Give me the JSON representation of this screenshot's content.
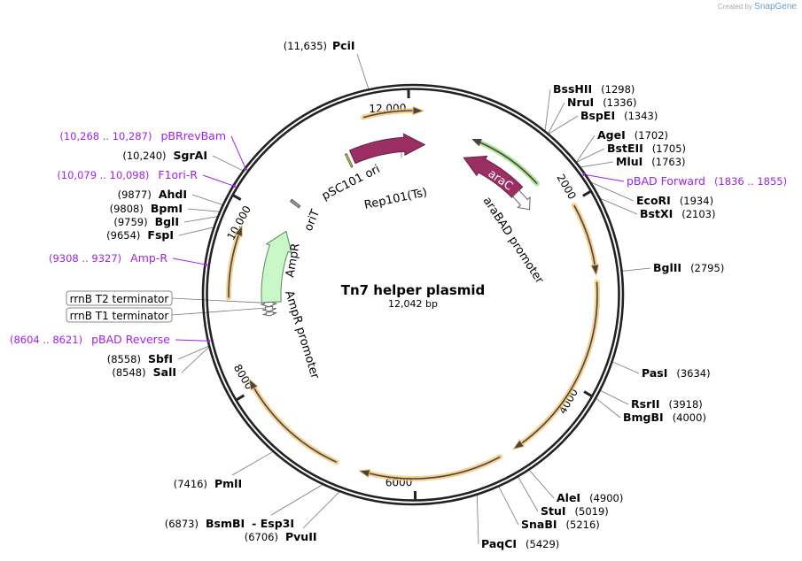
{
  "credit": {
    "prefix": "Created by",
    "brand": "SnapGene"
  },
  "plasmid": {
    "name": "Tn7 helper plasmid",
    "size_label": "12,042 bp",
    "length_bp": 12042
  },
  "colors": {
    "ring": "#222222",
    "primer": "#a020f0",
    "orf": "#f5c06a",
    "feature_cds": "#9b2f63",
    "ampr": "#c9f7c7",
    "ori": "#ffff00",
    "oriT": "#a0a4a8",
    "green_orf": "#9be07a"
  },
  "ticks": [
    {
      "bp": 2000,
      "label": "2000"
    },
    {
      "bp": 4000,
      "label": "4000"
    },
    {
      "bp": 6000,
      "label": "6000"
    },
    {
      "bp": 8000,
      "label": "8000"
    },
    {
      "bp": 10000,
      "label": "10,000"
    },
    {
      "bp": 12000,
      "label": "12,000"
    }
  ],
  "enzymes": [
    {
      "name": "PciI",
      "pos": "11,635"
    },
    {
      "name": "BssHII",
      "pos": "1298"
    },
    {
      "name": "NruI",
      "pos": "1336"
    },
    {
      "name": "BspEI",
      "pos": "1343"
    },
    {
      "name": "AgeI",
      "pos": "1702"
    },
    {
      "name": "BstEII",
      "pos": "1705"
    },
    {
      "name": "MluI",
      "pos": "1763"
    },
    {
      "name": "EcoRI",
      "pos": "1934"
    },
    {
      "name": "BstXI",
      "pos": "2103"
    },
    {
      "name": "BglII",
      "pos": "2795"
    },
    {
      "name": "PasI",
      "pos": "3634"
    },
    {
      "name": "RsrII",
      "pos": "3918"
    },
    {
      "name": "BmgBI",
      "pos": "4000"
    },
    {
      "name": "AleI",
      "pos": "4900"
    },
    {
      "name": "StuI",
      "pos": "5019"
    },
    {
      "name": "SnaBI",
      "pos": "5216"
    },
    {
      "name": "PaqCI",
      "pos": "5429"
    },
    {
      "name": "PvuII",
      "pos": "6706"
    },
    {
      "name": "BsmBI",
      "pos": "6873",
      "alt": "Esp3I"
    },
    {
      "name": "PmlI",
      "pos": "7416"
    },
    {
      "name": "SalI",
      "pos": "8548"
    },
    {
      "name": "SbfI",
      "pos": "8558"
    },
    {
      "name": "FspI",
      "pos": "9654"
    },
    {
      "name": "BglI",
      "pos": "9759"
    },
    {
      "name": "BpmI",
      "pos": "9808"
    },
    {
      "name": "AhdI",
      "pos": "9877"
    },
    {
      "name": "SgrAI",
      "pos": "10,240"
    }
  ],
  "primers": [
    {
      "name": "pBAD Forward",
      "range": "1836 .. 1855"
    },
    {
      "name": "pBAD Reverse",
      "range": "8604 .. 8621"
    },
    {
      "name": "Amp-R",
      "range": "9308 .. 9327"
    },
    {
      "name": "F1ori-R",
      "range": "10,079 .. 10,098"
    },
    {
      "name": "pBRrevBam",
      "range": "10,268 .. 10,287"
    }
  ],
  "boxed_features": [
    {
      "name": "rrnB T2 terminator",
      "bp": 8920
    },
    {
      "name": "rrnB T1 terminator",
      "bp": 8850
    }
  ],
  "features": {
    "pSC101_ori": "pSC101 ori",
    "rep101": "Rep101(Ts)",
    "araC": "araC",
    "araBAD": "araBAD promoter",
    "oriT": "oriT",
    "ampR": "AmpR",
    "ampR_promoter": "AmpR promoter"
  },
  "orfs": [
    {
      "start": 11520,
      "end": 110
    },
    {
      "start": 2040,
      "end": 2810
    },
    {
      "start": 2880,
      "end": 4920
    },
    {
      "start": 5080,
      "end": 6590
    },
    {
      "start": 6840,
      "end": 8120
    },
    {
      "start": 9000,
      "end": 9770
    }
  ]
}
